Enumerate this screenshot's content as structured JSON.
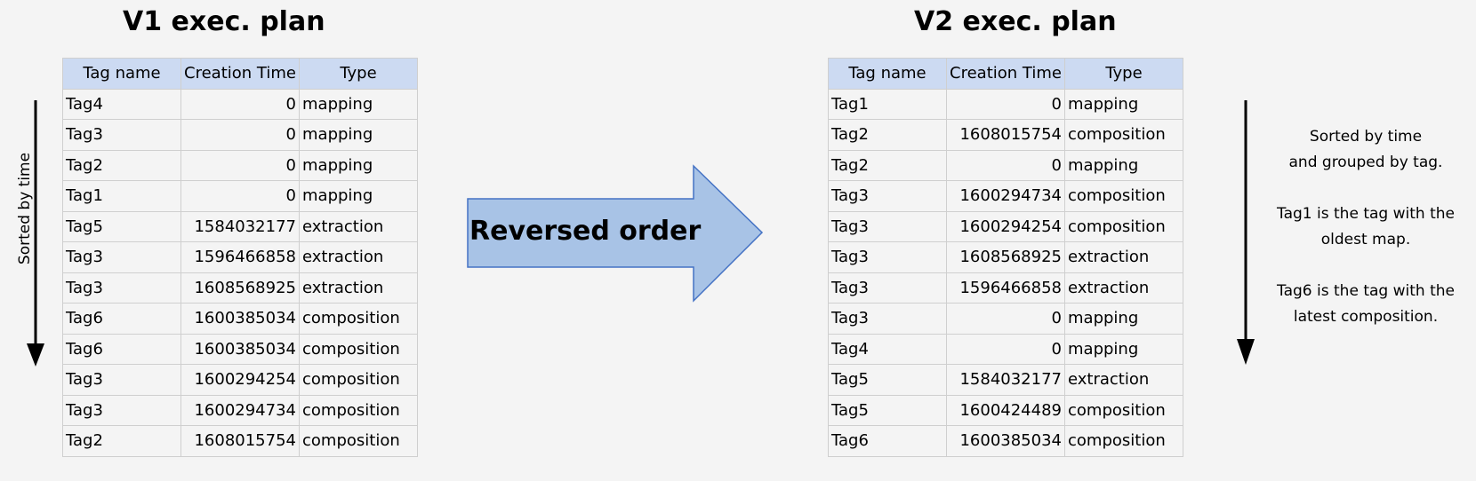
{
  "v1": {
    "title": "V1 exec. plan",
    "side_label": "Sorted by time",
    "headers": [
      "Tag name",
      "Creation Time",
      "Type"
    ],
    "rows": [
      [
        "Tag4",
        "0",
        "mapping"
      ],
      [
        "Tag3",
        "0",
        "mapping"
      ],
      [
        "Tag2",
        "0",
        "mapping"
      ],
      [
        "Tag1",
        "0",
        "mapping"
      ],
      [
        "Tag5",
        "1584032177",
        "extraction"
      ],
      [
        "Tag3",
        "1596466858",
        "extraction"
      ],
      [
        "Tag3",
        "1608568925",
        "extraction"
      ],
      [
        "Tag6",
        "1600385034",
        "composition"
      ],
      [
        "Tag6",
        "1600385034",
        "composition"
      ],
      [
        "Tag3",
        "1600294254",
        "composition"
      ],
      [
        "Tag3",
        "1600294734",
        "composition"
      ],
      [
        "Tag2",
        "1608015754",
        "composition"
      ]
    ]
  },
  "middle": {
    "label": "Reversed order",
    "arrow_fill": "#a8c3e6",
    "arrow_stroke": "#4472c4"
  },
  "v2": {
    "title": "V2 exec. plan",
    "headers": [
      "Tag name",
      "Creation Time",
      "Type"
    ],
    "rows": [
      [
        "Tag1",
        "0",
        "mapping"
      ],
      [
        "Tag2",
        "1608015754",
        "composition"
      ],
      [
        "Tag2",
        "0",
        "mapping"
      ],
      [
        "Tag3",
        "1600294734",
        "composition"
      ],
      [
        "Tag3",
        "1600294254",
        "composition"
      ],
      [
        "Tag3",
        "1608568925",
        "extraction"
      ],
      [
        "Tag3",
        "1596466858",
        "extraction"
      ],
      [
        "Tag3",
        "0",
        "mapping"
      ],
      [
        "Tag4",
        "0",
        "mapping"
      ],
      [
        "Tag5",
        "1584032177",
        "extraction"
      ],
      [
        "Tag5",
        "1600424489",
        "composition"
      ],
      [
        "Tag6",
        "1600385034",
        "composition"
      ]
    ]
  },
  "note": {
    "line1": "Sorted by time",
    "line2": "and grouped by tag.",
    "line3": "Tag1 is the tag with the",
    "line4": "oldest map.",
    "line5": "Tag6 is the tag with the",
    "line6": "latest composition."
  },
  "colors": {
    "header_bg": "#ccdaf2",
    "grid": "#cfcfcf",
    "background": "#f4f4f4"
  }
}
